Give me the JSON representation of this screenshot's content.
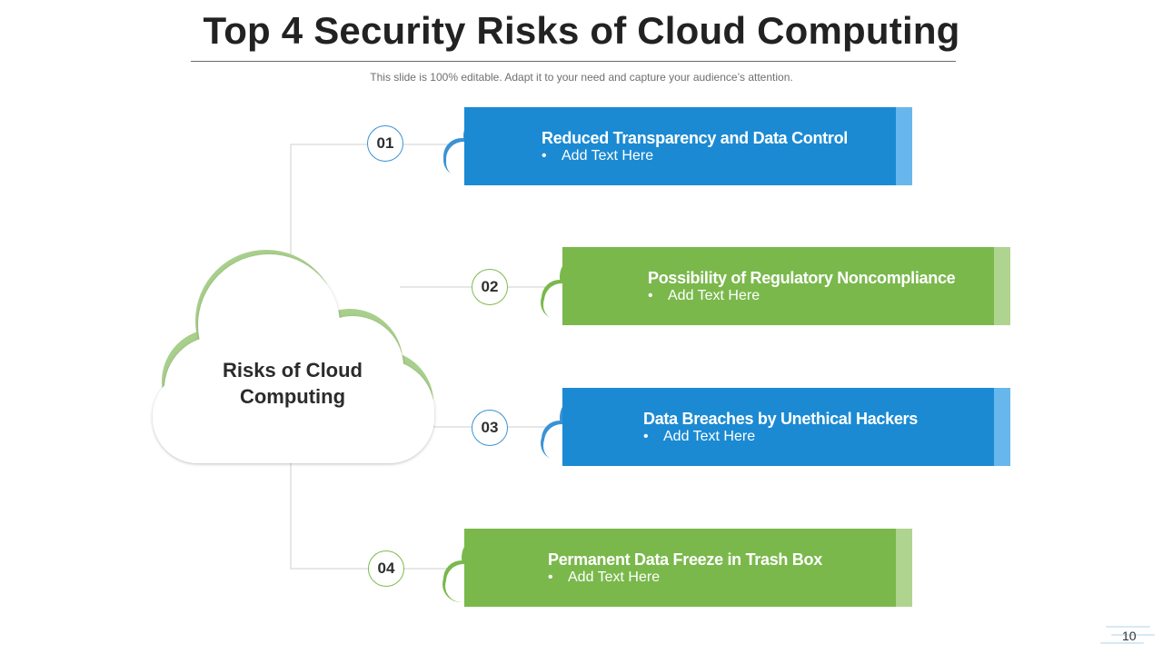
{
  "slide": {
    "title": "Top 4 Security Risks of Cloud Computing",
    "subtitle": "This slide is 100% editable. Adapt it to your need and capture your audience’s attention.",
    "center_label": "Risks of Cloud Computing",
    "page_number": "10"
  },
  "risks": [
    {
      "number": "01",
      "heading": "Reduced Transparency and Data Control",
      "bullet": "Add Text Here",
      "icon": "cloud-download-icon",
      "color": "#1b8ad3"
    },
    {
      "number": "02",
      "heading": "Possibility of Regulatory Noncompliance",
      "bullet": "Add Text Here",
      "icon": "unlocked-padlock-icon",
      "color": "#7ab84c"
    },
    {
      "number": "03",
      "heading": "Data Breaches by Unethical Hackers",
      "bullet": "Add Text Here",
      "icon": "hacker-mask-icon",
      "color": "#1b8ad3"
    },
    {
      "number": "04",
      "heading": "Permanent Data Freeze in Trash Box",
      "bullet": "Add Text Here",
      "icon": "person-trash-icon",
      "color": "#7ab84c"
    }
  ],
  "colors": {
    "blue": "#1b8ad3",
    "green": "#7ab84c",
    "blue_light": "#68b7ec",
    "green_light": "#afd48f"
  }
}
